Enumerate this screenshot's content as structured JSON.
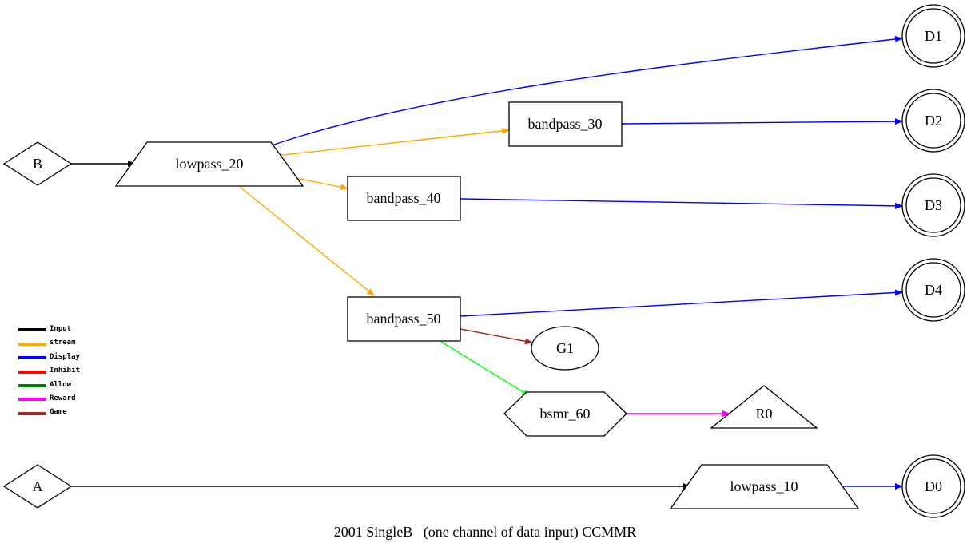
{
  "caption": "2001 SingleB   (one channel of data input) CCMMR",
  "colors": {
    "input": "#000000",
    "stream": "#ffa500",
    "display": "#0000ff",
    "inhibit": "#ff0000",
    "allow": "#008000",
    "reward": "#ff00ff",
    "game": "#a52a2a",
    "allow_edge": "#00ff00"
  },
  "nodes": {
    "B": "B",
    "A": "A",
    "lowpass_20": "lowpass_20",
    "lowpass_10": "lowpass_10",
    "bandpass_30": "bandpass_30",
    "bandpass_40": "bandpass_40",
    "bandpass_50": "bandpass_50",
    "bsmr_60": "bsmr_60",
    "G1": "G1",
    "R0": "R0",
    "D0": "D0",
    "D1": "D1",
    "D2": "D2",
    "D3": "D3",
    "D4": "D4"
  },
  "node_shapes": {
    "B": "diamond",
    "A": "diamond",
    "lowpass_20": "trapezium",
    "lowpass_10": "trapezium",
    "bandpass_30": "box",
    "bandpass_40": "box",
    "bandpass_50": "box",
    "bsmr_60": "hexagon",
    "G1": "ellipse",
    "R0": "triangle",
    "D0": "doublecircle",
    "D1": "doublecircle",
    "D2": "doublecircle",
    "D3": "doublecircle",
    "D4": "doublecircle"
  },
  "edges": [
    {
      "from": "B",
      "to": "lowpass_20",
      "type": "input"
    },
    {
      "from": "A",
      "to": "lowpass_10",
      "type": "input"
    },
    {
      "from": "lowpass_20",
      "to": "D1",
      "type": "display"
    },
    {
      "from": "lowpass_20",
      "to": "bandpass_30",
      "type": "stream"
    },
    {
      "from": "lowpass_20",
      "to": "bandpass_40",
      "type": "stream"
    },
    {
      "from": "lowpass_20",
      "to": "bandpass_50",
      "type": "stream"
    },
    {
      "from": "bandpass_30",
      "to": "D2",
      "type": "display"
    },
    {
      "from": "bandpass_40",
      "to": "D3",
      "type": "display"
    },
    {
      "from": "bandpass_50",
      "to": "D4",
      "type": "display"
    },
    {
      "from": "bandpass_50",
      "to": "G1",
      "type": "game"
    },
    {
      "from": "bandpass_50",
      "to": "bsmr_60",
      "type": "allow"
    },
    {
      "from": "bsmr_60",
      "to": "R0",
      "type": "reward"
    },
    {
      "from": "lowpass_10",
      "to": "D0",
      "type": "display"
    }
  ],
  "legend": [
    {
      "label": "Input",
      "color": "#000000"
    },
    {
      "label": "stream",
      "color": "#ffa500"
    },
    {
      "label": "Display",
      "color": "#0000ff"
    },
    {
      "label": "Inhibit",
      "color": "#ff0000"
    },
    {
      "label": "Allow",
      "color": "#008000"
    },
    {
      "label": "Reward",
      "color": "#ff00ff"
    },
    {
      "label": "Game",
      "color": "#a52a2a"
    }
  ]
}
